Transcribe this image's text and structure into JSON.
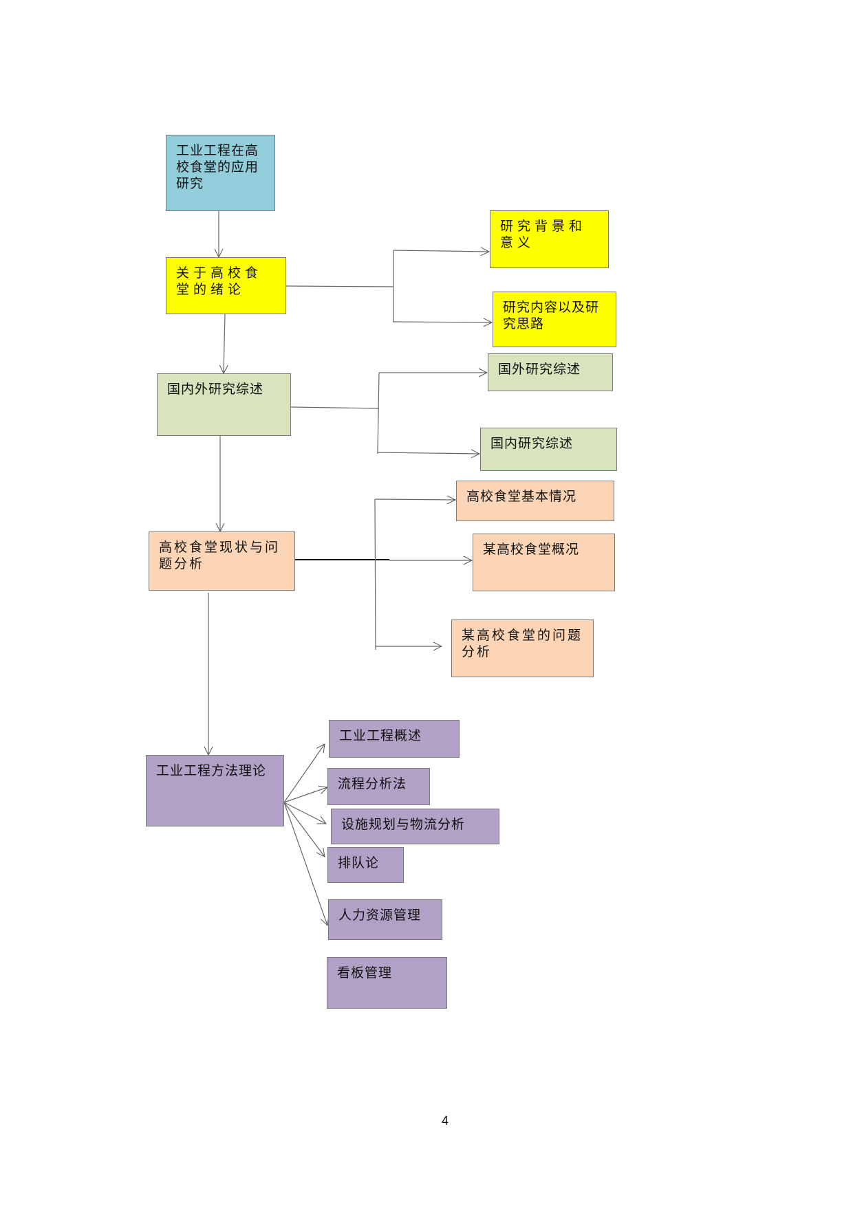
{
  "diagram": {
    "root": "工业工程在高校食堂的应用研究",
    "sections": [
      {
        "label": "关于高校食堂的绪论",
        "children": [
          "研究背景和意义",
          "研究内容以及研究思路"
        ]
      },
      {
        "label": "国内外研究综述",
        "children": [
          "国外研究综述",
          "国内研究综述"
        ]
      },
      {
        "label": "高校食堂现状与问题分析",
        "children": [
          "高校食堂基本情况",
          "某高校食堂概况",
          "某高校食堂的问题分析"
        ]
      },
      {
        "label": "工业工程方法理论",
        "children": [
          "工业工程概述",
          "流程分析法",
          "设施规划与物流分析",
          "排队论",
          "人力资源管理",
          "看板管理"
        ]
      }
    ],
    "colors": {
      "root": "#92CDDC",
      "intro": "#FFFF00",
      "review": "#D7E4BD",
      "status": "#FBD5B5",
      "theory": "#B2A1C7"
    }
  },
  "page_number": "4"
}
